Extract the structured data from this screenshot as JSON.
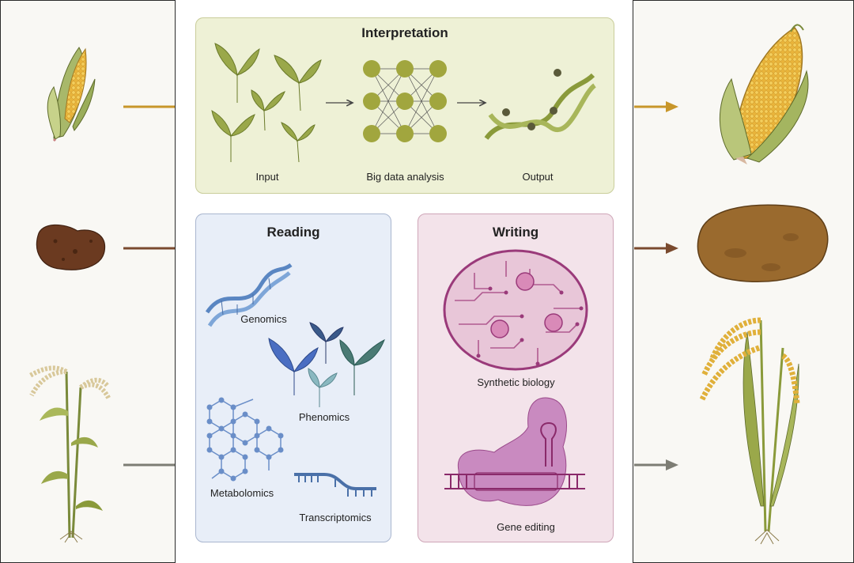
{
  "interpretation": {
    "title": "Interpretation",
    "input_label": "Input",
    "analysis_label": "Big data analysis",
    "output_label": "Output"
  },
  "reading": {
    "title": "Reading",
    "items": [
      "Genomics",
      "Phenomics",
      "Metabolomics",
      "Transcriptomics"
    ]
  },
  "writing": {
    "title": "Writing",
    "items": [
      "Synthetic biology",
      "Gene editing"
    ]
  },
  "crops": [
    "corn",
    "potato",
    "rice"
  ],
  "colors": {
    "corn_arrow": "#c8962a",
    "potato_arrow": "#7a4a2e",
    "rice_arrow": "#7d7d74",
    "interpretation_bg": "#eef1d6",
    "reading_bg": "#e8eef8",
    "writing_bg": "#f3e3ea"
  }
}
